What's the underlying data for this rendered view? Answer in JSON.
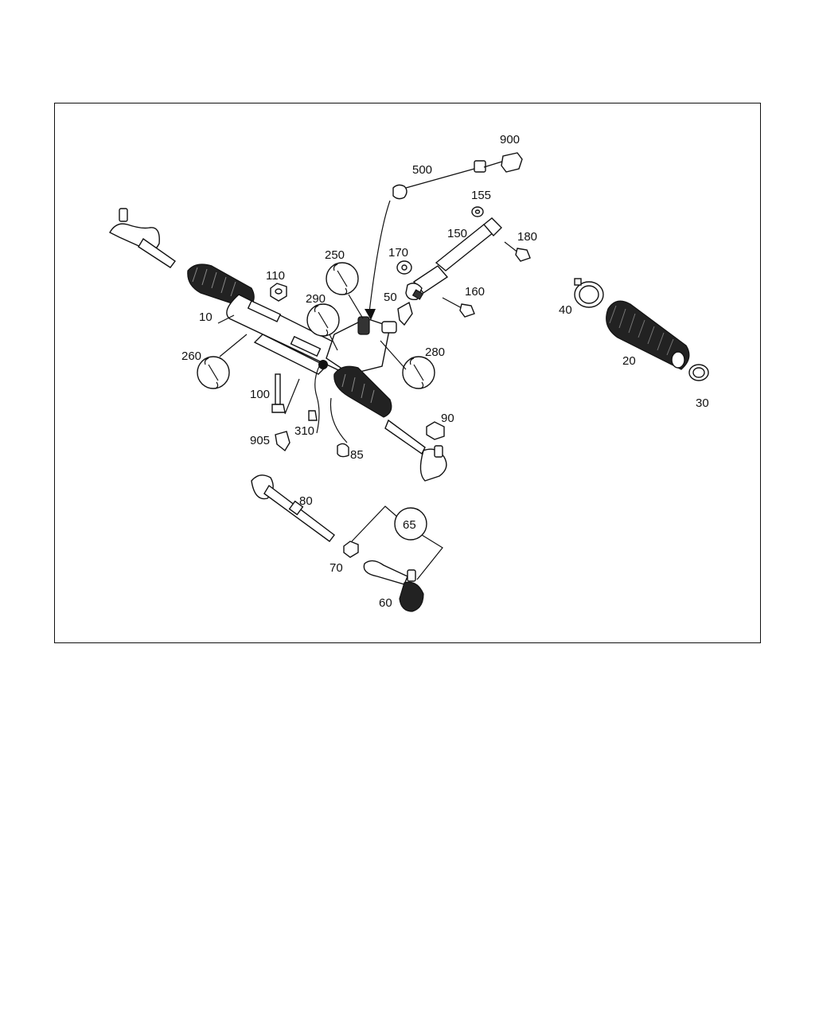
{
  "labels": {
    "p10": "10",
    "p20": "20",
    "p30": "30",
    "p40": "40",
    "p50": "50",
    "p60": "60",
    "p65": "65",
    "p70": "70",
    "p80": "80",
    "p85": "85",
    "p90": "90",
    "p100": "100",
    "p110": "110",
    "p150": "150",
    "p155": "155",
    "p160": "160",
    "p170": "170",
    "p180": "180",
    "p250": "250",
    "p260": "260",
    "p280": "280",
    "p290": "290",
    "p310": "310",
    "p500": "500",
    "p900": "900",
    "p905": "905"
  },
  "icons": {
    "wrench": "wrench-icon"
  }
}
